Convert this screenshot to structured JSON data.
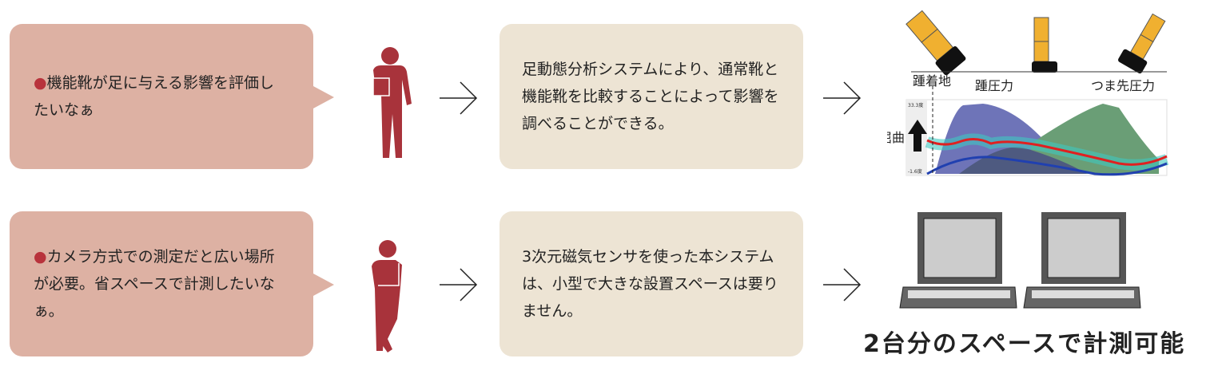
{
  "rows": [
    {
      "need": "機能靴が足に与える影響を評価したいなぁ",
      "solution": "足動態分析システムにより、通常靴と機能靴を比較することによって影響を調べることができる。"
    },
    {
      "need": "カメラ方式での測定だと広い場所が必要。省スペースで計測したいなぁ。",
      "solution": "3次元磁気センサを使った本システムは、小型で大きな設置スペースは要りません。"
    }
  ],
  "figure": {
    "heel_contact": "踵着地",
    "heel_pressure": "踵圧力",
    "toe_pressure": "つま先圧力",
    "flexion": "屈曲",
    "y_max": "33.3度",
    "y_min": "-1.6度"
  },
  "caption": "2台分のスペースで計測可能",
  "colors": {
    "bubble": "#ddb1a3",
    "box": "#ede4d4",
    "person": "#a8333b"
  }
}
